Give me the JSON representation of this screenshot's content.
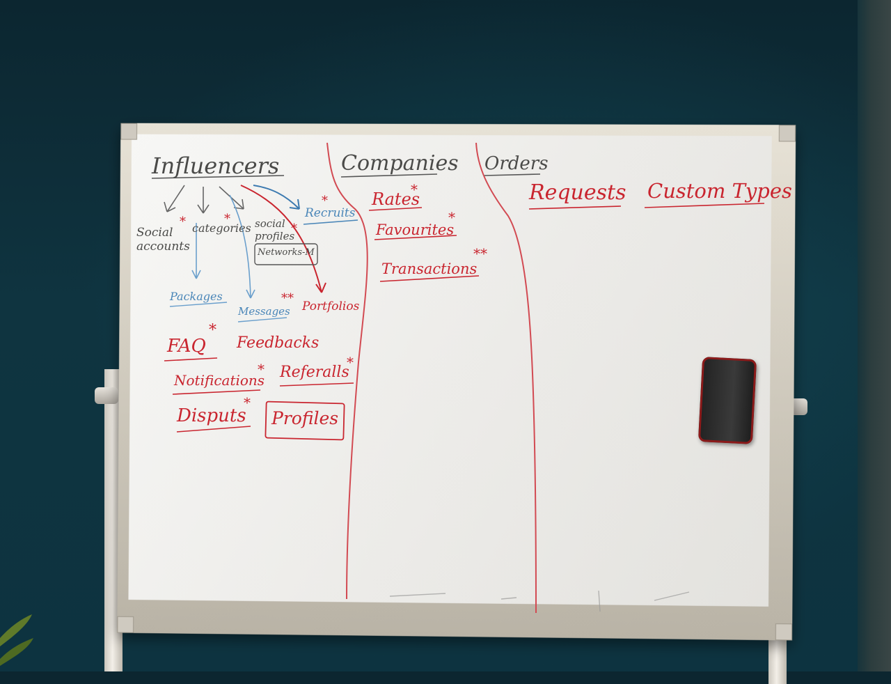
{
  "whiteboard": {
    "columns": [
      {
        "heading": "Influencers"
      },
      {
        "heading": "Companies"
      },
      {
        "heading": "Orders"
      }
    ],
    "influencers": {
      "social_accounts": "Social accounts",
      "categories": "categories",
      "social_profiles": "social profiles",
      "networks": "Networks-M",
      "recruits": "Recruits",
      "packages": "Packages",
      "messages": "Messages",
      "portfolios": "Portfolios",
      "faq": "FAQ",
      "feedbacks": "Feedbacks",
      "notifications": "Notifications",
      "referrals": "Referalls",
      "disputes": "Disputs",
      "profiles": "Profiles"
    },
    "companies": {
      "rates": "Rates",
      "favourites": "Favourites",
      "transactions": "Transactions"
    },
    "orders": {
      "requests": "Requests",
      "custom_types": "Custom Types"
    },
    "star": "*",
    "double_star": "**"
  },
  "colors": {
    "marker_red": "#c9252f",
    "marker_blue": "#4a86b8",
    "marker_black": "#4a4a48",
    "wall": "#0f3440"
  }
}
